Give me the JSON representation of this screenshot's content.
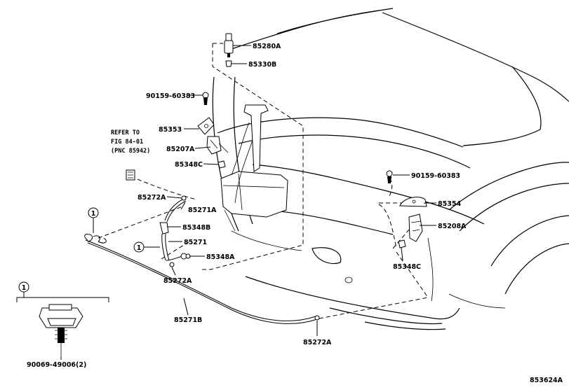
{
  "parts": {
    "p85280A": "85280A",
    "p85330B": "85330B",
    "p90159_top": "90159-60383",
    "p85353": "85353",
    "p85207A": "85207A",
    "p85348C_left": "85348C",
    "p85272A_left": "85272A",
    "p85271A": "85271A",
    "p85348B": "85348B",
    "p85271": "85271",
    "p85348A": "85348A",
    "p85272A_bottom": "85272A",
    "p85271B": "85271B",
    "p85272A_right": "85272A",
    "p90159_right": "90159-60383",
    "p85354": "85354",
    "p85208A": "85208A",
    "p85348C_right": "85348C",
    "p90069": "90069-49006(2)"
  },
  "refer_note": {
    "line1": "REFER TO",
    "line2": "FIG 84-01",
    "line3": "(PNC 85942)"
  },
  "callouts": {
    "circle1": "1"
  },
  "figure_id": "853624A"
}
